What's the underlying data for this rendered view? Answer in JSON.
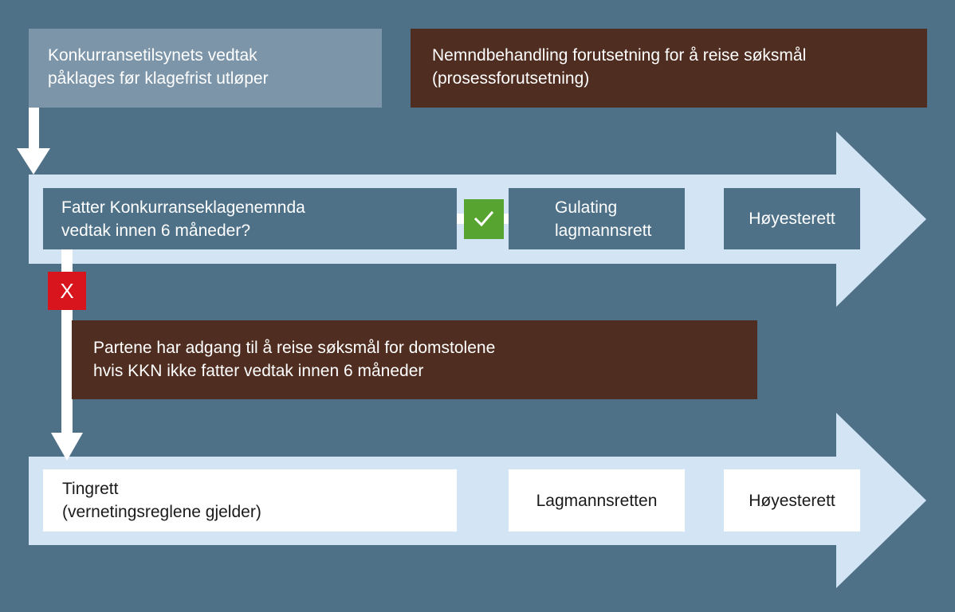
{
  "top_left_box": {
    "lines": [
      "Konkurransetilsynets vedtak",
      "påklages før klagefrist utløper"
    ]
  },
  "top_right_box": {
    "lines": [
      "Nemndbehandling forutsetning for å reise søksmål",
      "(prosessforutsetning)"
    ]
  },
  "upper_track": {
    "question_lines": [
      "Fatter Konkurranseklagenemnda",
      "vedtak innen 6 måneder?"
    ],
    "yes_icon": "check-icon",
    "court_2_lines": [
      "Gulating",
      "lagmannsrett"
    ],
    "court_3": "Høyesterett"
  },
  "no_badge": "X",
  "middle_box": {
    "lines": [
      "Partene har adgang til å reise søksmål for domstolene",
      "hvis KKN ikke fatter vedtak innen 6 måneder"
    ]
  },
  "lower_track": {
    "court_1_lines": [
      "Tingrett",
      "(vernetingsreglene gjelder)"
    ],
    "court_2": "Lagmannsretten",
    "court_3": "Høyesterett"
  },
  "colors": {
    "background": "#4e7188",
    "track_arrow": "#d3e5f5",
    "slate_box": "#7c95a8",
    "brown_box": "#4f2d20",
    "yes_green": "#57a431",
    "no_red": "#d8141d",
    "connector": "#ffffff"
  }
}
